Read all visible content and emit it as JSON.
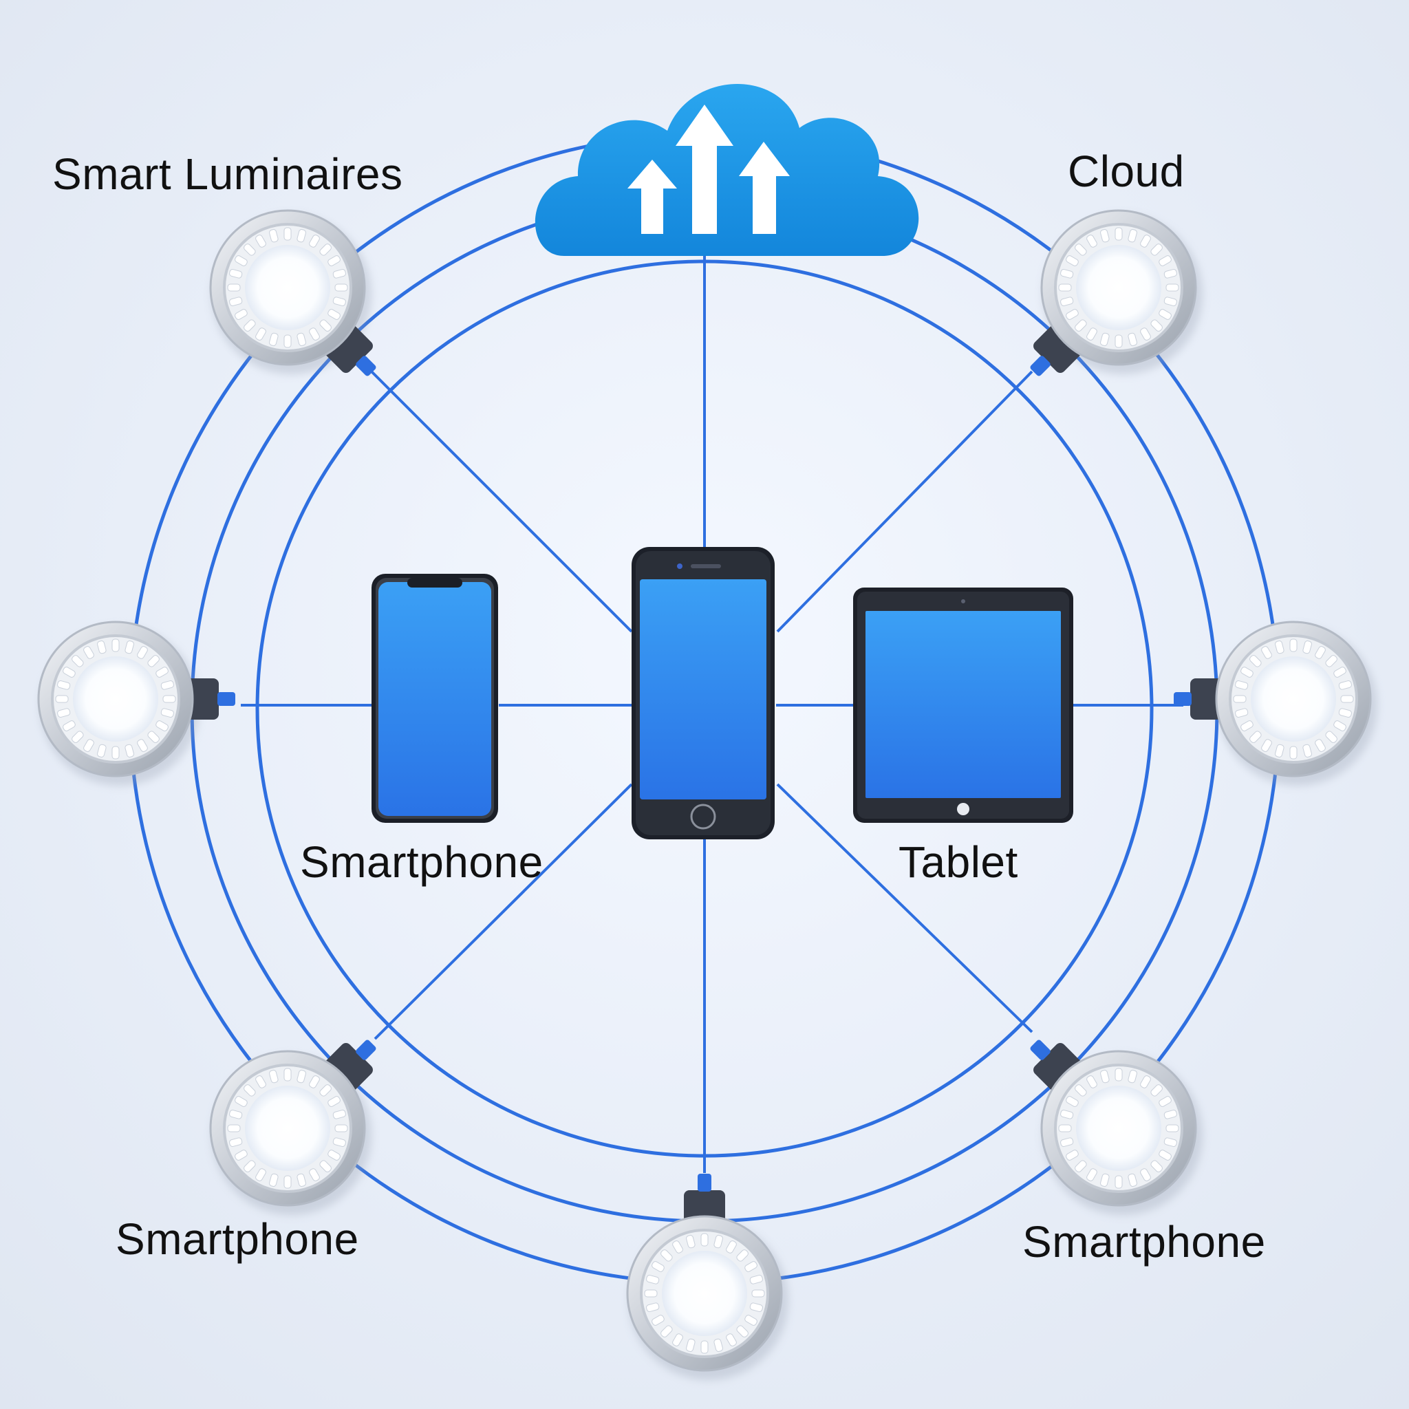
{
  "diagram": {
    "labels": {
      "smart_luminaires": "Smart Luminaires",
      "cloud": "Cloud",
      "smartphone_center": "Smartphone",
      "tablet": "Tablet",
      "smartphone_bottom_left": "Smartphone",
      "smartphone_bottom_right": "Smartphone"
    },
    "colors": {
      "cable": "#2e6fe0",
      "cloud": "#1f97e6",
      "screen": "#2f86ec",
      "label_text": "#111111",
      "luminaire_body": "#d9dee6",
      "led_glow": "#ffffff"
    },
    "icons": {
      "cloud": "cloud-upload-icon",
      "luminaire": "led-luminaire-icon",
      "phone": "smartphone-icon",
      "tablet": "tablet-icon"
    }
  }
}
